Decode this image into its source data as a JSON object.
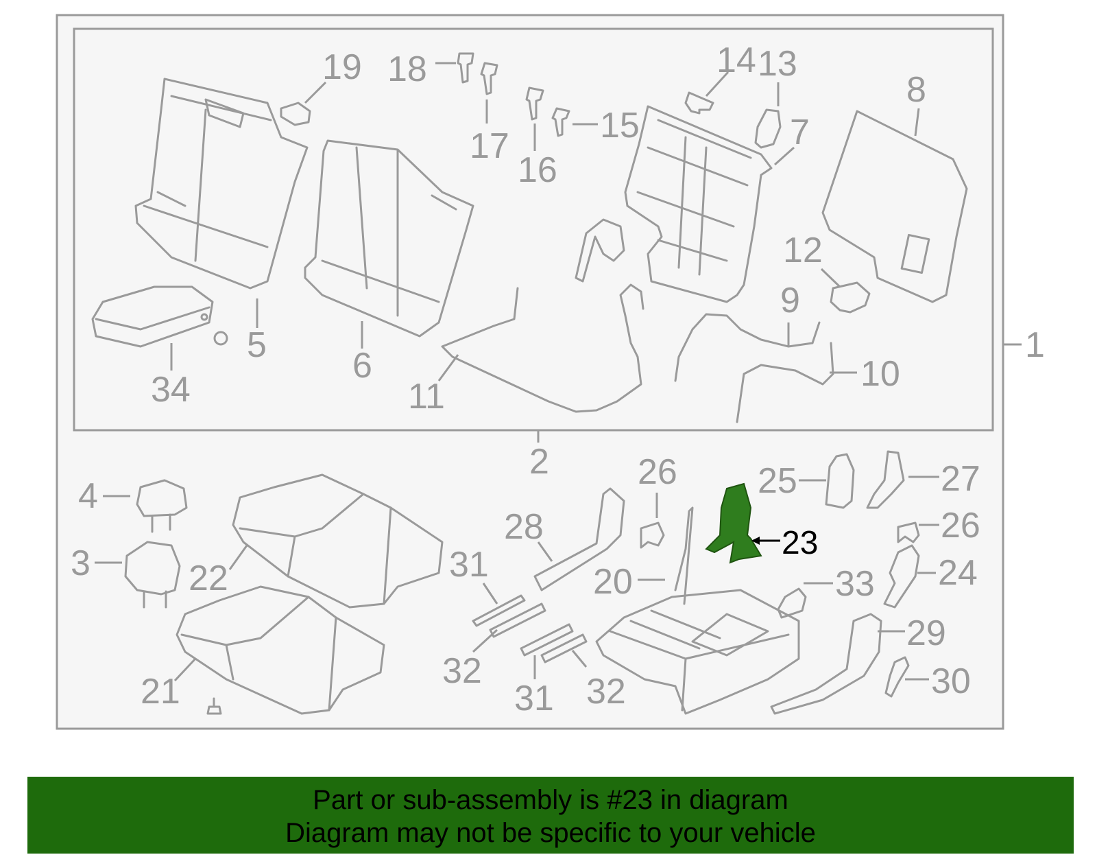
{
  "diagram": {
    "callouts": [
      "1",
      "2",
      "3",
      "4",
      "5",
      "6",
      "7",
      "8",
      "9",
      "10",
      "11",
      "12",
      "13",
      "14",
      "15",
      "16",
      "17",
      "18",
      "19",
      "20",
      "21",
      "22",
      "23",
      "24",
      "25",
      "26",
      "26",
      "27",
      "28",
      "29",
      "30",
      "31",
      "31",
      "32",
      "32",
      "33",
      "34"
    ],
    "highlighted_part": "23"
  },
  "banner": {
    "line1": "Part or sub-assembly is #23 in diagram",
    "line2": "Diagram may not be specific to your vehicle"
  },
  "colors": {
    "outline": "#9a9a9a",
    "panel_fill": "#f6f6f6",
    "highlight_part": "#2f7d1e",
    "banner_bg": "#1e6b0c",
    "label_text": "#9a9a9a",
    "highlight_label": "#000000"
  }
}
